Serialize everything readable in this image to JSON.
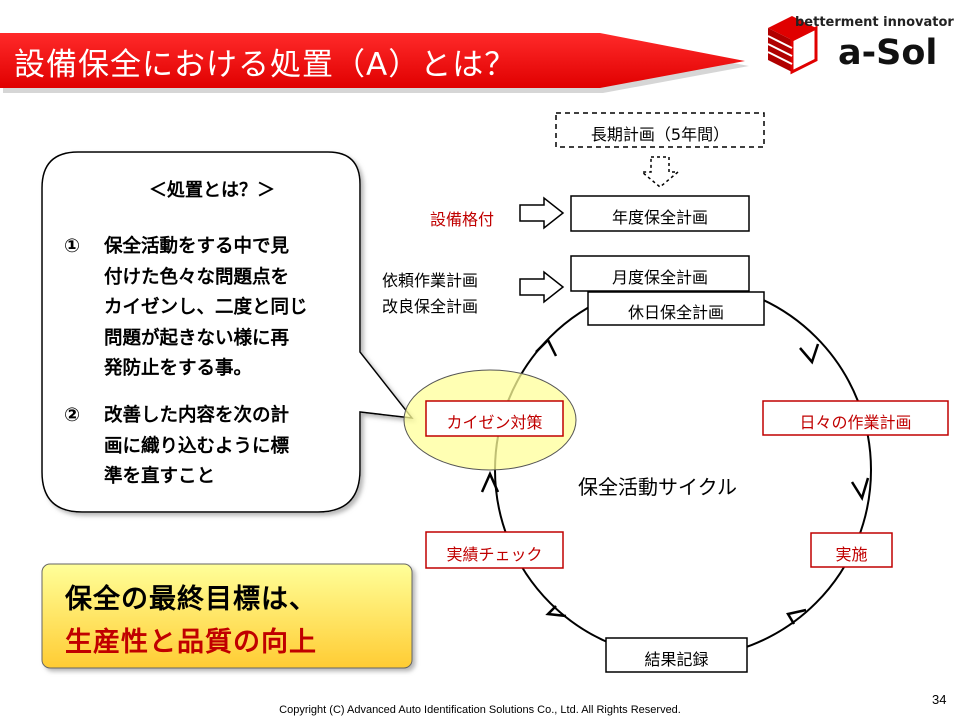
{
  "header": {
    "title": "設備保全における処置（A）とは？",
    "banner_color": "#ff0000",
    "logo_tagline": "betterment innovator",
    "logo_name": "a-Sol"
  },
  "bubble": {
    "heading": "＜処置とは？＞",
    "items": [
      {
        "num": "①",
        "lines": [
          "保全活動をする中で見",
          "付けた色々な問題点を",
          "カイゼンし、二度と同じ",
          "問題が起きない様に再",
          "発防止をする事。"
        ]
      },
      {
        "num": "②",
        "lines": [
          "改善した内容を次の計",
          "画に織り込むように標",
          "準を直すこと"
        ]
      }
    ]
  },
  "goal": {
    "line1": "保全の最終目標は、",
    "line2": "生産性と品質の向上"
  },
  "planning": {
    "long_term": "長期計画（5年間）",
    "annual": "年度保全計画",
    "monthly": "月度保全計画",
    "holiday": "休日保全計画",
    "equipment_rating": "設備格付",
    "request_plan": "依頼作業計画",
    "improvement_plan": "改良保全計画"
  },
  "cycle": {
    "label": "保全活動サイクル",
    "daily_plan": "日々の作業計画",
    "execution": "実施",
    "result_record": "結果記録",
    "performance_check": "実績チェック",
    "kaizen": "カイゼン対策"
  },
  "footer": {
    "copyright": "Copyright (C) Advanced Auto Identification Solutions Co., Ltd. All Rights Reserved.",
    "page_number": "34"
  }
}
